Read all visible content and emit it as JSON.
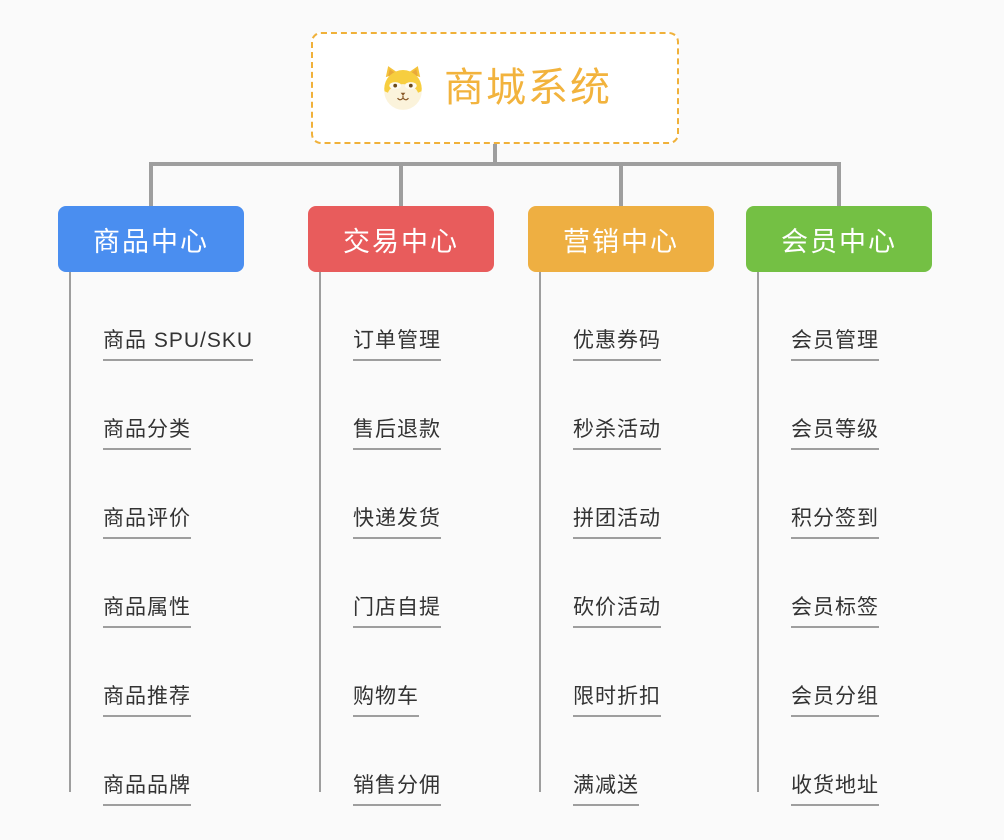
{
  "page": {
    "background": "#fafafa",
    "type": "mind-map-tree-diagram"
  },
  "root": {
    "title": "商城系统",
    "icon": "shiba-dog-icon",
    "text_color": "#f2b33d",
    "border_color": "#f0b13a",
    "background": "#ffffff"
  },
  "connector": {
    "color": "#9e9e9e"
  },
  "columns": [
    {
      "label": "商品中心",
      "color": "#4a8ef0",
      "name": "product-center",
      "items": [
        "商品 SPU/SKU",
        "商品分类",
        "商品评价",
        "商品属性",
        "商品推荐",
        "商品品牌"
      ]
    },
    {
      "label": "交易中心",
      "color": "#e85c5c",
      "name": "trade-center",
      "items": [
        "订单管理",
        "售后退款",
        "快递发货",
        "门店自提",
        "购物车",
        "销售分佣"
      ]
    },
    {
      "label": "营销中心",
      "color": "#eeaf42",
      "name": "marketing-center",
      "items": [
        "优惠券码",
        "秒杀活动",
        "拼团活动",
        "砍价活动",
        "限时折扣",
        "满减送"
      ]
    },
    {
      "label": "会员中心",
      "color": "#74c044",
      "name": "member-center",
      "items": [
        "会员管理",
        "会员等级",
        "积分签到",
        "会员标签",
        "会员分组",
        "收货地址"
      ]
    }
  ]
}
